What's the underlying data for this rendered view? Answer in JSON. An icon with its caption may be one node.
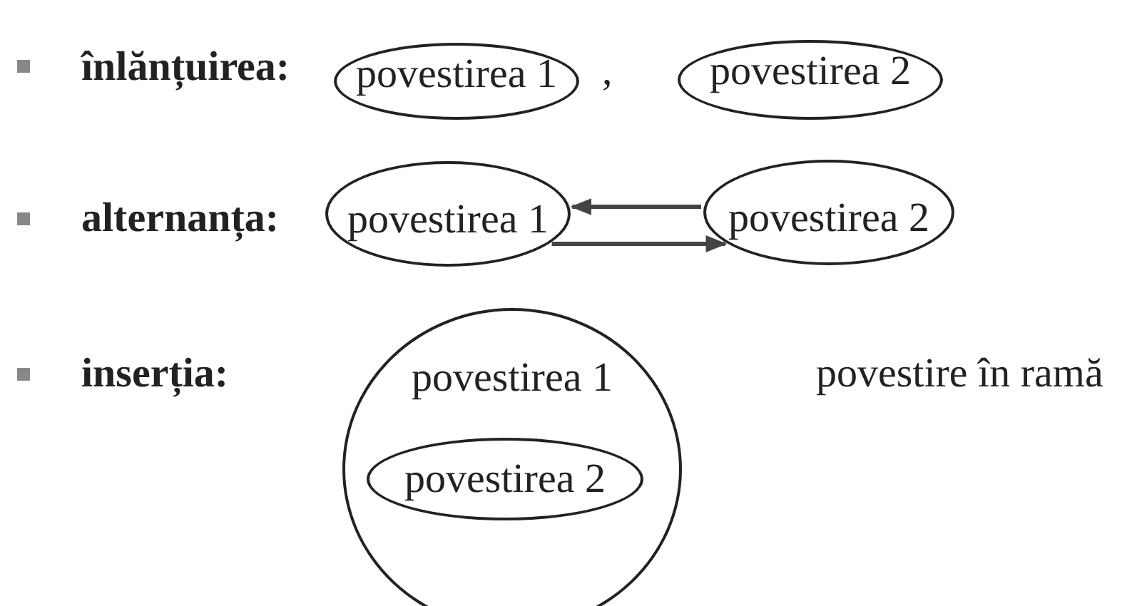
{
  "diagram": {
    "nodes": [
      {
        "text": [
          "povestirea 1"
        ]
      },
      {
        "text": [
          "povestirea 2"
        ]
      },
      {
        "text": [
          "povestirea 1"
        ]
      },
      {
        "text": [
          "povestirea 2"
        ]
      },
      {
        "text": [
          "povestirea 1"
        ]
      },
      {
        "text": [
          "povestirea 2"
        ],
        "in": 4
      }
    ],
    "edges": [
      {
        "from": 3,
        "to": 2,
        "arrow": "to"
      },
      {
        "from": 2,
        "to": 3,
        "arrow": "to"
      }
    ],
    "labels": [
      "înlănțuirea:",
      ",",
      "alternanța:",
      "inserția:",
      "povestire în ramă"
    ]
  }
}
